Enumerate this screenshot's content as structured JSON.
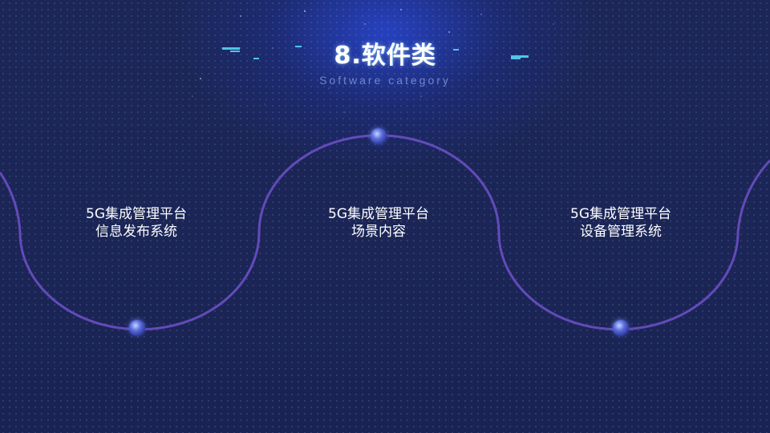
{
  "header": {
    "title": "8.软件类",
    "subtitle": "Software  category"
  },
  "items": [
    {
      "line1": "5G集成管理平台",
      "line2": "信息发布系统"
    },
    {
      "line1": "5G集成管理平台",
      "line2": "场景内容"
    },
    {
      "line1": "5G集成管理平台",
      "line2": "设备管理系统"
    }
  ],
  "colors": {
    "background": "#1b2556",
    "curve": "#6b4fc4",
    "accent_dash": "#4fc6e6",
    "node": "#5a6fe0"
  }
}
